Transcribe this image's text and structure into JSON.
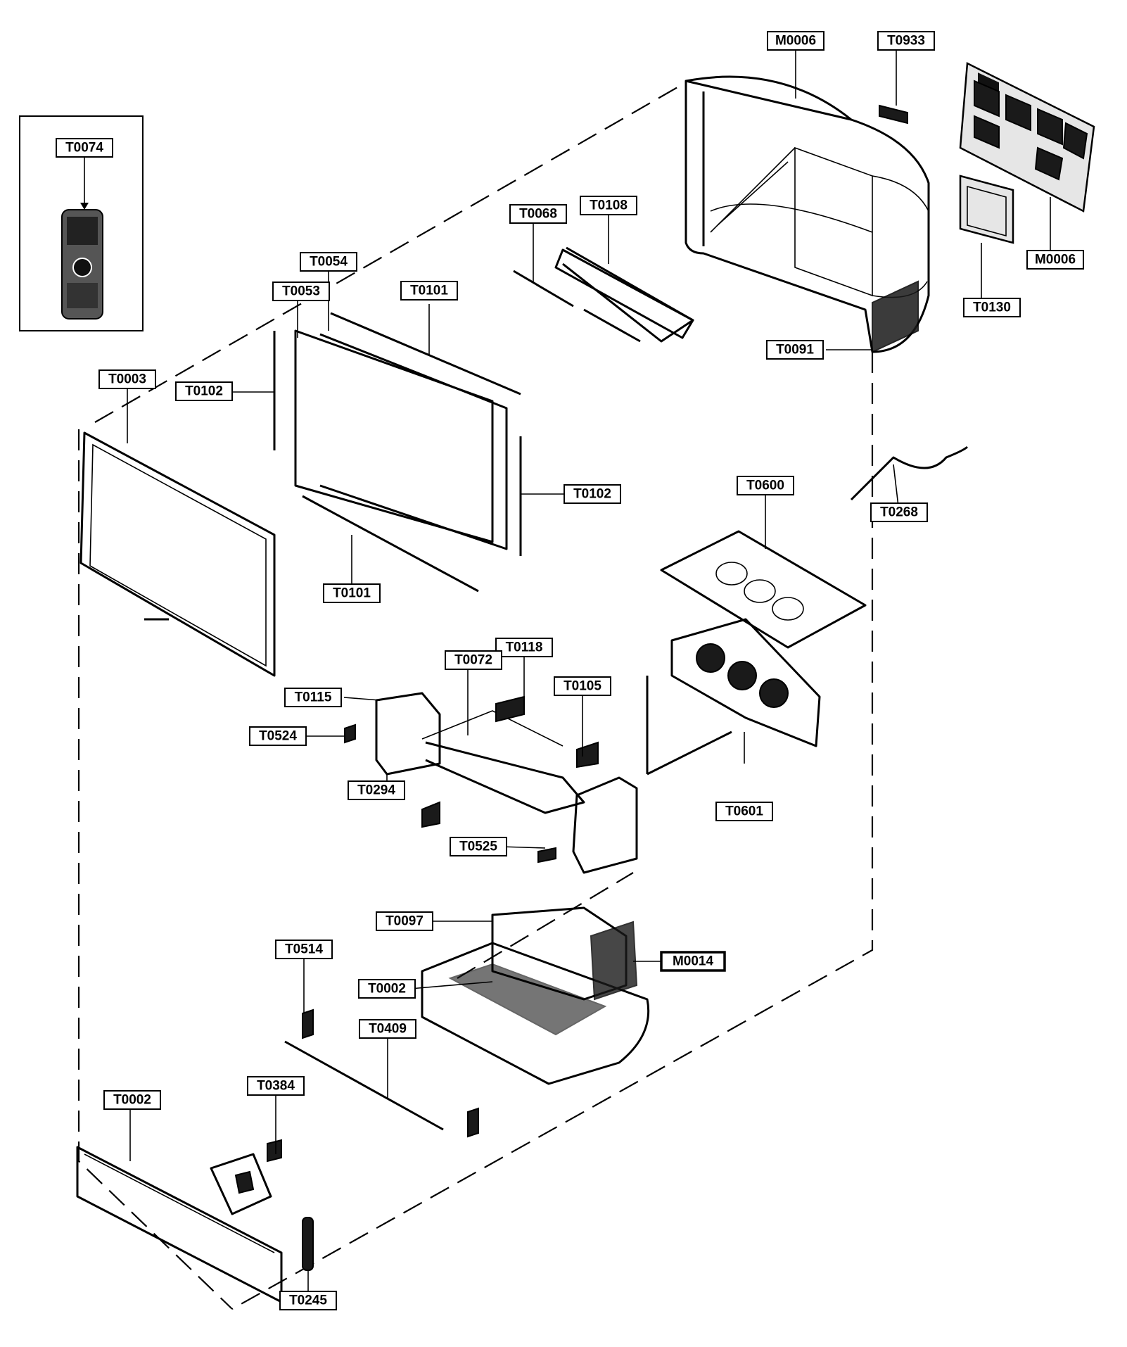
{
  "labels": {
    "t0074": "T0074",
    "m0006_top": "M0006",
    "t0933": "T0933",
    "m0006_right": "M0006",
    "t0130": "T0130",
    "t0068": "T0068",
    "t0108": "T0108",
    "t0054": "T0054",
    "t0053": "T0053",
    "t0101_top": "T0101",
    "t0091": "T0091",
    "t0003": "T0003",
    "t0102_left": "T0102",
    "t0102_right": "T0102",
    "t0600": "T0600",
    "t0268": "T0268",
    "t0101_bottom": "T0101",
    "t0118": "T0118",
    "t0072": "T0072",
    "t0105": "T0105",
    "t0115": "T0115",
    "t0524": "T0524",
    "t0294": "T0294",
    "t0601": "T0601",
    "t0525": "T0525",
    "t0097": "T0097",
    "t0514": "T0514",
    "m0014": "M0014",
    "t0002_mid": "T0002",
    "t0409": "T0409",
    "t0002_bottom": "T0002",
    "t0384": "T0384",
    "t0245": "T0245"
  }
}
